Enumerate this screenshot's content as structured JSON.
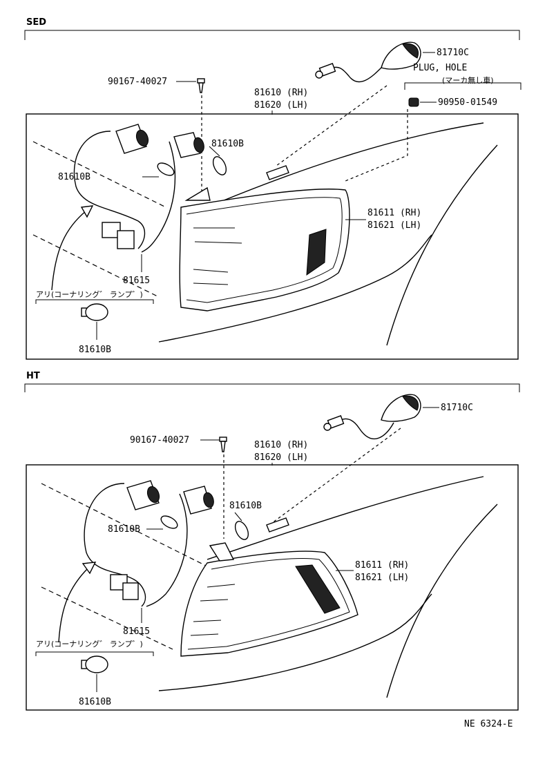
{
  "sedan": {
    "section_label": "SED",
    "labels": {
      "marker_lamp": "81710C",
      "plug_hole": "PLUG, HOLE",
      "plug_hole_note": "(マーカ無し車)",
      "plug": "90950-01549",
      "screw": "90167-40027",
      "lamp_rh": "81610 (RH)",
      "lamp_lh": "81620 (LH)",
      "bulb_a": "81610B",
      "bulb_b": "81610B",
      "lens_rh": "81611 (RH)",
      "lens_lh": "81621 (LH)",
      "socket": "81615",
      "cornering_note": "アリ(コーナリング゛ ランプ゛)",
      "bulb_c": "81610B"
    }
  },
  "hardtop": {
    "section_label": "HT",
    "labels": {
      "marker_lamp": "81710C",
      "screw": "90167-40027",
      "lamp_rh": "81610 (RH)",
      "lamp_lh": "81620 (LH)",
      "bulb_a": "81610B",
      "bulb_b": "81610B",
      "lens_rh": "81611 (RH)",
      "lens_lh": "81621 (LH)",
      "socket": "81615",
      "cornering_note": "アリ(コーナリング゛ ランプ゛)",
      "bulb_c": "81610B"
    }
  },
  "footer": {
    "drawing_number": "NE 6324-E"
  }
}
